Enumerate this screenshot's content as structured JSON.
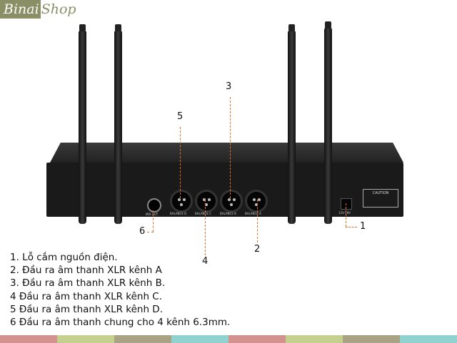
{
  "logo": {
    "part1": "Binai",
    "part2": "Shop"
  },
  "device": {
    "labels": [
      "MIX OUT",
      "BALANCE D",
      "BALANCE C",
      "BALANCE B",
      "BALANCE A",
      "12V-18V"
    ],
    "caution": "CAUTION"
  },
  "callouts": [
    "1",
    "2",
    "3",
    "4",
    "5",
    "6"
  ],
  "list": [
    "1. Lỗ cắm nguồn điện.",
    "2. Đầu ra âm thanh XLR kênh A",
    "3. Đầu ra âm thanh XLR kênh B.",
    "4 Đầu ra âm thanh XLR kênh C.",
    "5 Đầu ra âm thanh XLR kênh D.",
    "6 Đầu ra âm thanh chung cho 4 kênh 6.3mm."
  ],
  "colors": {
    "bar": [
      "#d4928f",
      "#c5cf90",
      "#a9a285",
      "#8fd2d0"
    ],
    "logo": "#8a8f66",
    "callout_line": "#e0722b"
  }
}
